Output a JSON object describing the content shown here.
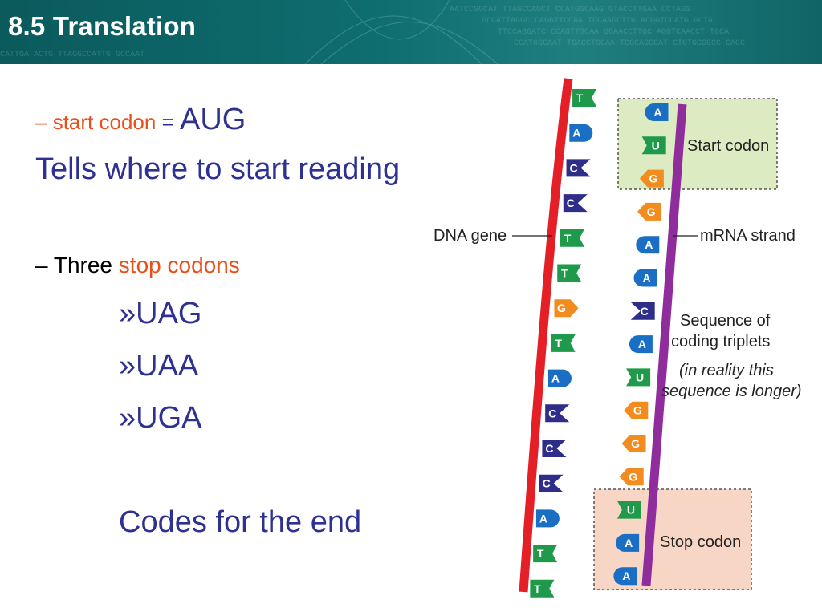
{
  "header": {
    "title": "8.5 Translation"
  },
  "bullets": {
    "dash": "–",
    "start_label": "start codon",
    "equals": "=",
    "start_value": "AUG",
    "tells": "Tells where to start reading",
    "three": "Three",
    "stop_label": "stop codons",
    "stops": [
      "»UAG",
      "»UAA",
      "»UGA"
    ],
    "codes_end": "Codes for the end"
  },
  "diagram": {
    "dna_label": "DNA gene",
    "mrna_label": "mRNA strand",
    "start_box": "Start codon",
    "stop_box": "Stop codon",
    "seq_lines": [
      "Sequence of",
      "coding triplets"
    ],
    "seq_italic_lines": [
      "(in reality this",
      "sequence is longer)"
    ],
    "dna_bases": [
      "T",
      "A",
      "C",
      "C",
      "T",
      "T",
      "G",
      "T",
      "A",
      "C",
      "C",
      "C",
      "A",
      "T",
      "T"
    ],
    "mrna_bases": [
      "A",
      "U",
      "G",
      "G",
      "A",
      "A",
      "C",
      "A",
      "U",
      "G",
      "G",
      "G",
      "U",
      "A",
      "A"
    ]
  },
  "colors": {
    "A": "#1a6fc4",
    "T": "#1e9a4a",
    "U": "#1e9a4a",
    "C": "#2e2d8a",
    "G": "#f28c1e",
    "dna_strand": "#e41f26",
    "mrna_strand": "#8e2d9b",
    "start_box": "#dcebc2",
    "stop_box": "#f7d6c6"
  }
}
